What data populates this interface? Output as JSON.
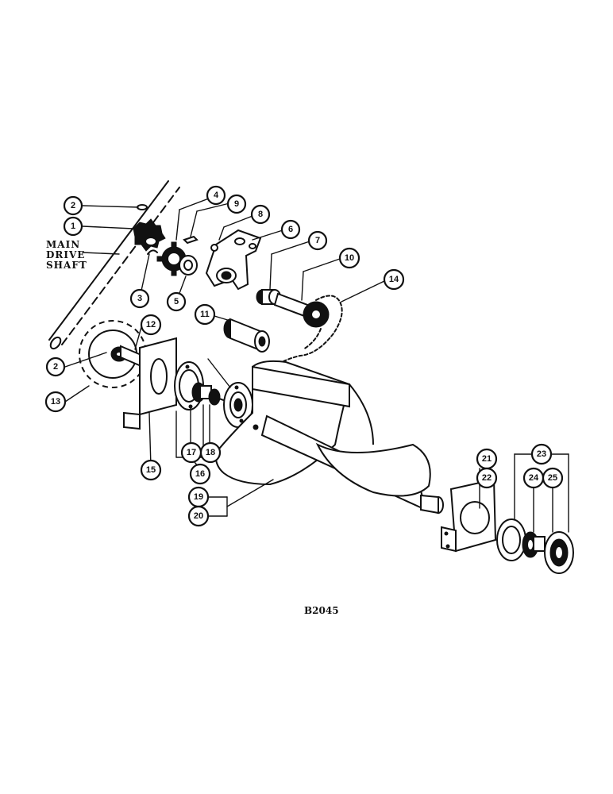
{
  "drive_label": [
    "MAIN",
    "DRIVE",
    "SHAFT"
  ],
  "figure_code": "B2045",
  "callouts": {
    "c1": "1",
    "c2a": "2",
    "c2b": "2",
    "c3": "3",
    "c4": "4",
    "c5": "5",
    "c6": "6",
    "c7": "7",
    "c8": "8",
    "c9": "9",
    "c10": "10",
    "c11": "11",
    "c12": "12",
    "c13": "13",
    "c14": "14",
    "c15": "15",
    "c16": "16",
    "c17": "17",
    "c18": "18",
    "c19": "19",
    "c20": "20",
    "c21": "21",
    "c22": "22",
    "c23": "23",
    "c24": "24",
    "c25": "25"
  }
}
